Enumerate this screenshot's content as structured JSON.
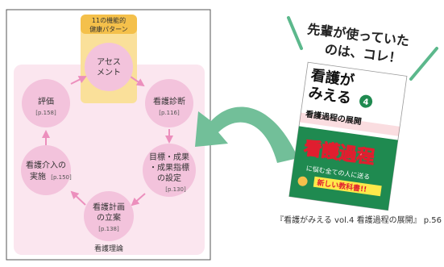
{
  "diagram": {
    "pattern_label": [
      "11の機能的",
      "健康パターン"
    ],
    "theory_label": "看護理論",
    "nodes": [
      {
        "lines": [
          "アセス",
          "メント"
        ],
        "page": ""
      },
      {
        "lines": [
          "看護診断"
        ],
        "page": "[p.116]"
      },
      {
        "lines": [
          "目標・成果",
          "・成果指標",
          "の設定"
        ],
        "page": "[p.130]"
      },
      {
        "lines": [
          "看護計画",
          "の立案"
        ],
        "page": "[p.138]"
      },
      {
        "lines": [
          "看護介入の",
          "実施"
        ],
        "page": "[p.150]"
      },
      {
        "lines": [
          "評価"
        ],
        "page": "[p.158]"
      }
    ]
  },
  "callout": [
    "先輩が使っていた",
    "のは、コレ！"
  ],
  "book": {
    "title_line1": "看護が",
    "title_line2": "みえる",
    "volume": "4",
    "subtitle": "看護過程の展開",
    "big_title": "看護過程",
    "tagline": "に悩む全ての人に送る",
    "tagline2": "新しい教科書!!"
  },
  "caption": "『看護がみえる vol.4 看護過程の展開』 p.56",
  "colors": {
    "circle": "#f3c3dc",
    "region": "#fbe6ef",
    "pattern_box": "#fae09a",
    "pattern_header": "#f4c04b",
    "arrow": "#ec8fbd",
    "big_arrow": "#72bf99",
    "book_cover": "#1f8a50",
    "book_red": "#e01e2f"
  }
}
